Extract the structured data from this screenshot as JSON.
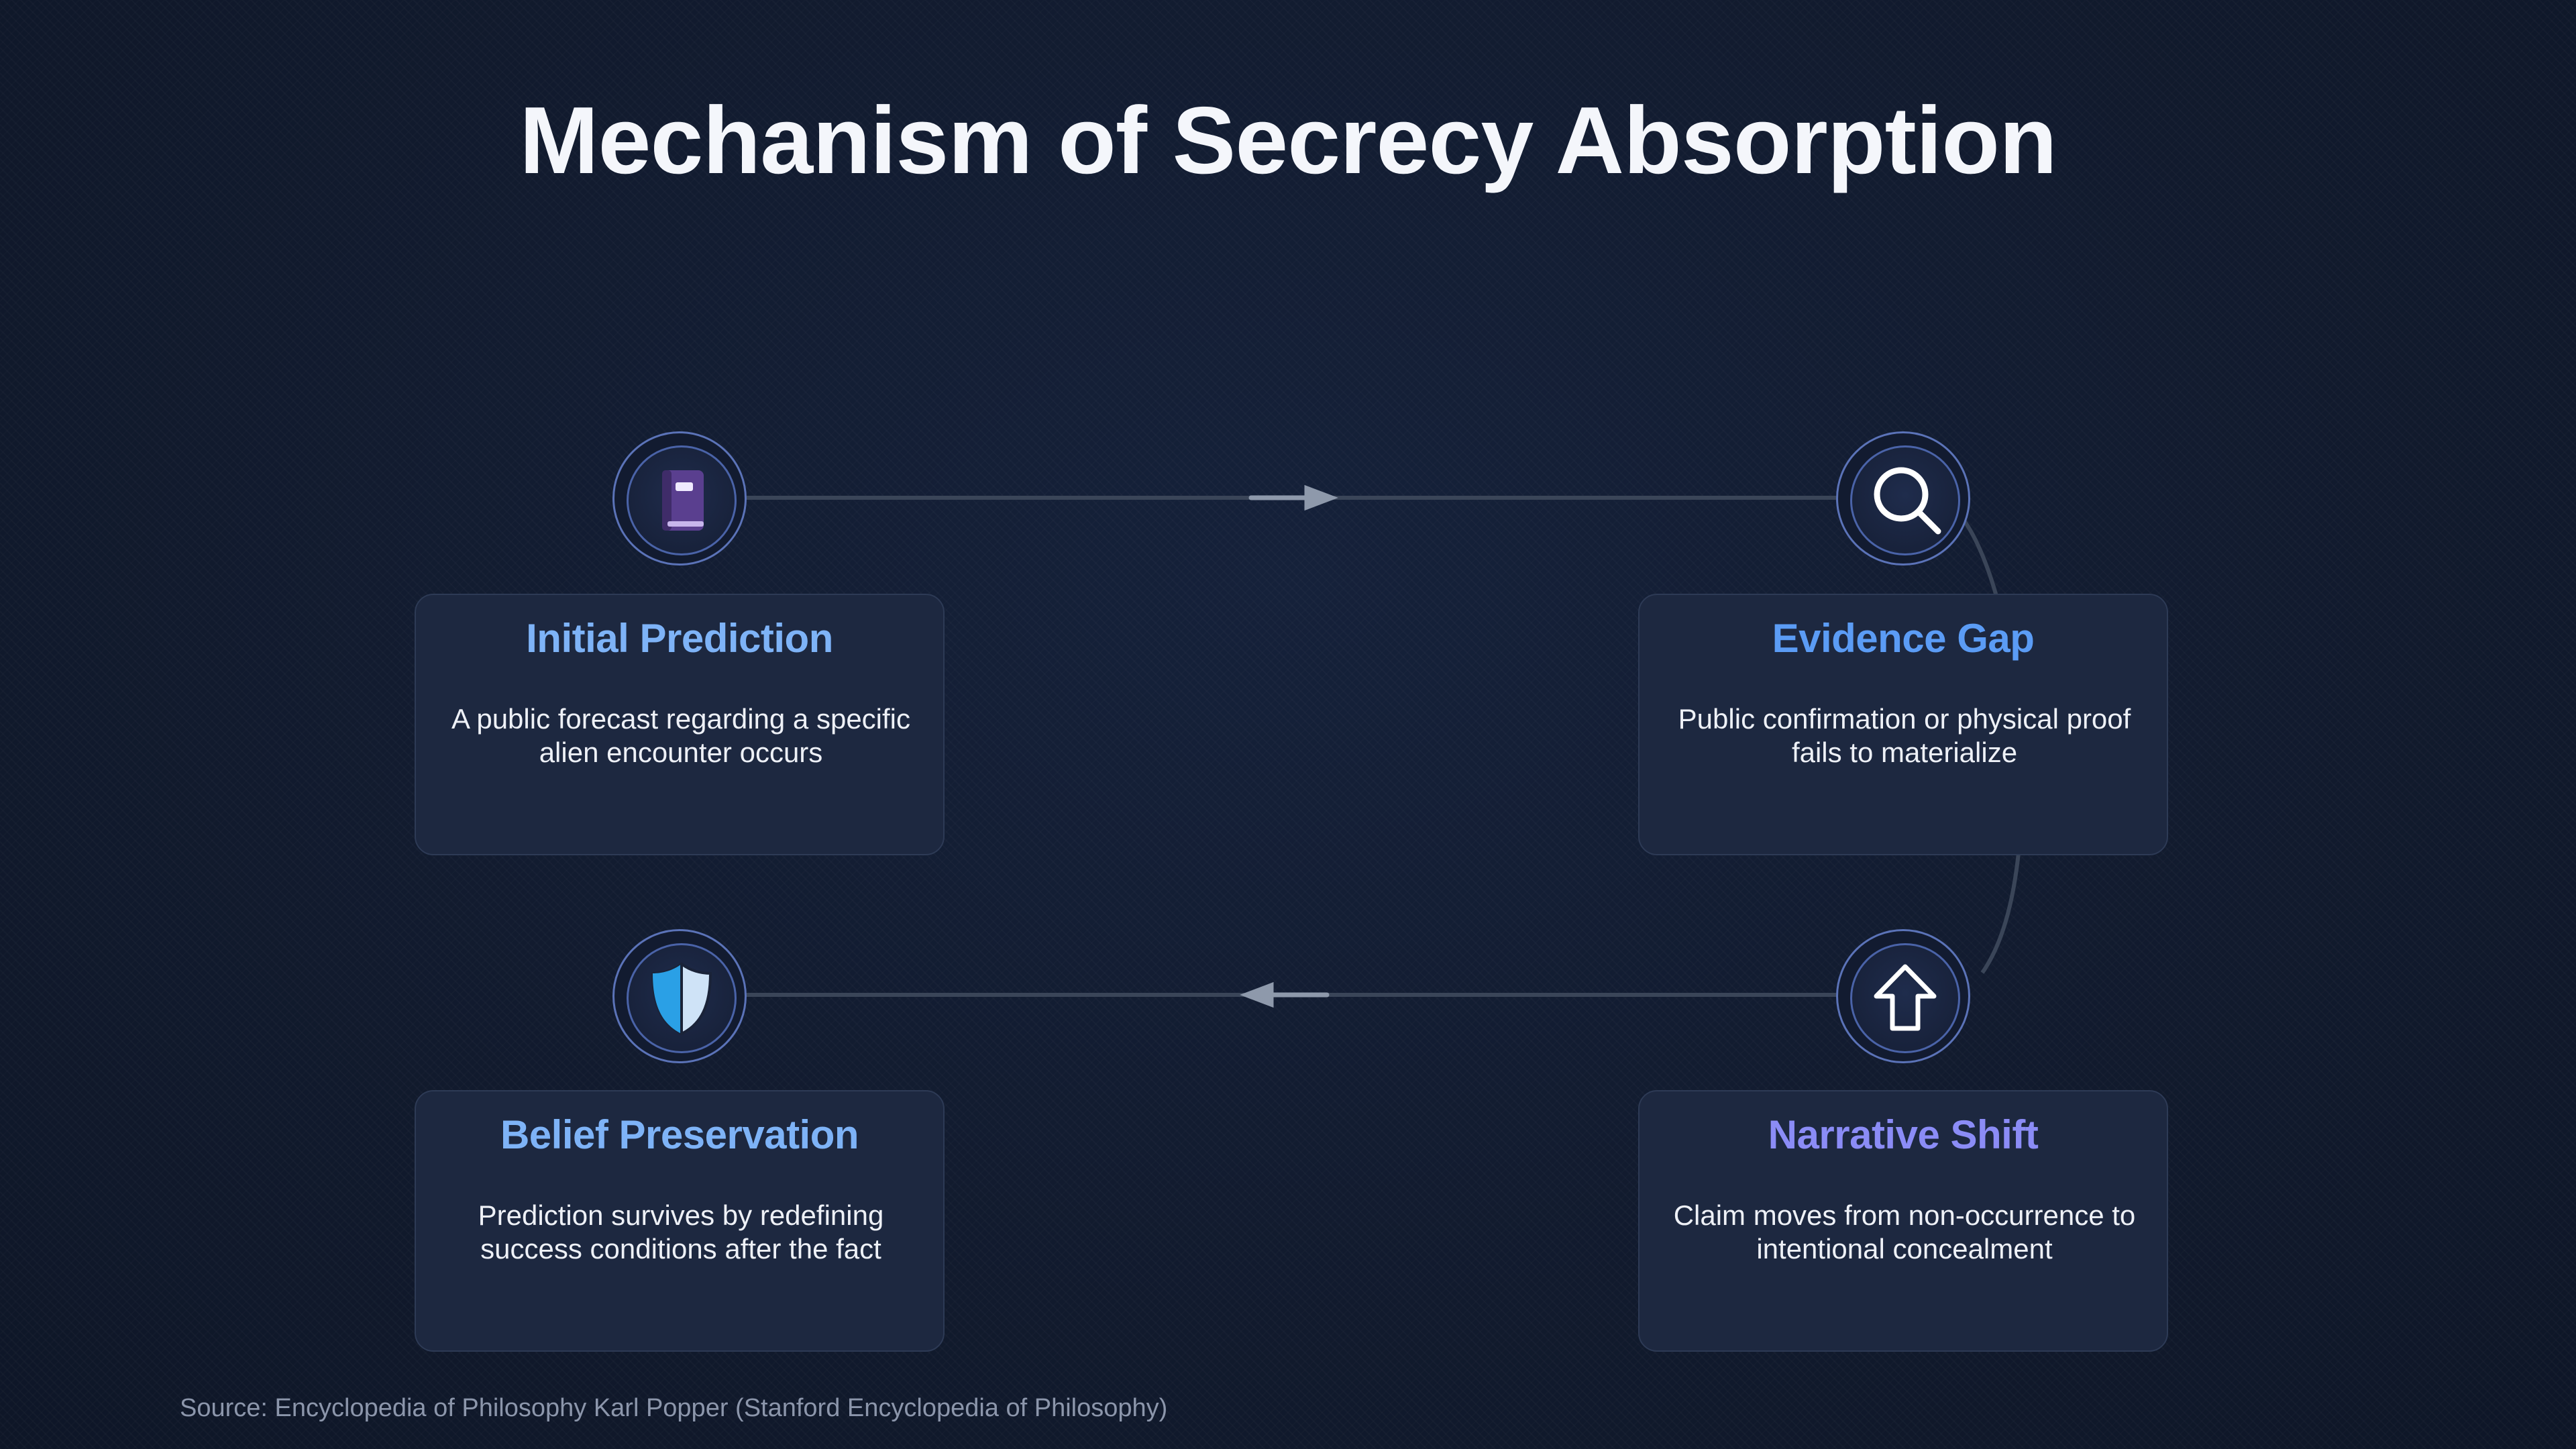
{
  "title": "Mechanism of Secrecy Absorption",
  "colors": {
    "background": "#111a2d",
    "card_background": "#1d2840",
    "title_blue": "#7eb3f7",
    "title_bright_blue": "#5b9cf5",
    "title_violet": "#8b8cf6",
    "connector": "#3a4558",
    "arrow": "#8e99ab"
  },
  "steps": [
    {
      "id": "initial-prediction",
      "title": "Initial Prediction",
      "description": "A public forecast regarding a specific alien encounter occurs",
      "icon": "book-icon",
      "title_color": "#7eb3f7"
    },
    {
      "id": "evidence-gap",
      "title": "Evidence Gap",
      "description": "Public confirmation or physical proof fails to materialize",
      "icon": "magnifier-icon",
      "title_color": "#5b9cf5"
    },
    {
      "id": "narrative-shift",
      "title": "Narrative Shift",
      "description": "Claim moves from non-occurrence to intentional concealment",
      "icon": "up-arrow-icon",
      "title_color": "#8b8cf6"
    },
    {
      "id": "belief-preservation",
      "title": "Belief Preservation",
      "description": "Prediction survives by redefining success conditions after the fact",
      "icon": "shield-icon",
      "title_color": "#7eb3f7"
    }
  ],
  "flow": [
    {
      "from": "initial-prediction",
      "to": "evidence-gap"
    },
    {
      "from": "evidence-gap",
      "to": "narrative-shift"
    },
    {
      "from": "narrative-shift",
      "to": "belief-preservation"
    }
  ],
  "source": "Source: Encyclopedia of Philosophy Karl Popper (Stanford Encyclopedia of Philosophy)"
}
